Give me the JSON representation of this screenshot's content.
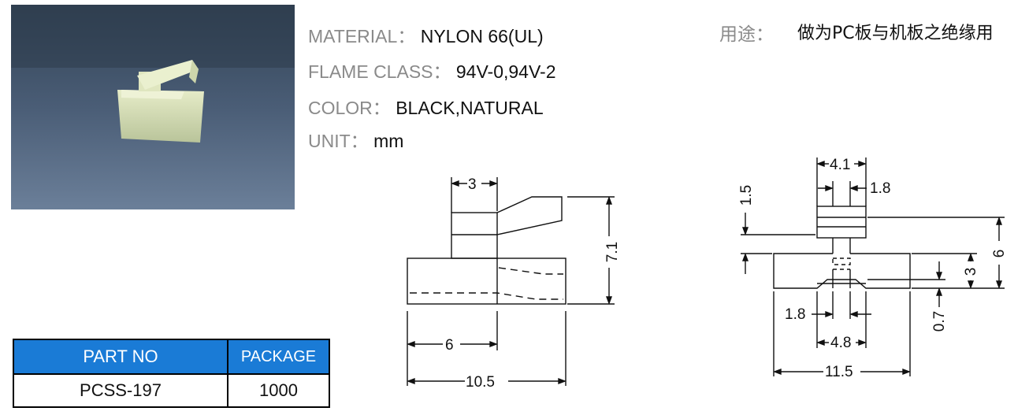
{
  "specs": {
    "material_label": "MATERIAL：",
    "material_value": "NYLON 66(UL)",
    "flame_label": "FLAME CLASS：",
    "flame_value": "94V-0,94V-2",
    "color_label": "COLOR：",
    "color_value": "BLACK,NATURAL",
    "unit_label": "UNIT：",
    "unit_value": "mm"
  },
  "usage": {
    "label": "用途：",
    "value": "做为PC板与机板之绝缘用"
  },
  "table": {
    "headers": [
      "PART NO",
      "PACKAGE"
    ],
    "rows": [
      [
        "PCSS-197",
        "1000"
      ]
    ]
  },
  "side_view": {
    "dims": {
      "top_width": "3",
      "height": "7.1",
      "base_width": "6",
      "total_length": "10.5"
    }
  },
  "front_view": {
    "dims": {
      "top_width": "4.1",
      "slot_width": "1.8",
      "top_height": "1.5",
      "total_height": "6",
      "mid_height": "3",
      "lip": "0.7",
      "slot_bottom": "1.8",
      "inner_width": "4.8",
      "total_width": "11.5"
    }
  },
  "colors": {
    "table_header": "#1a7bd6",
    "label_gray": "#8a8a8a"
  }
}
